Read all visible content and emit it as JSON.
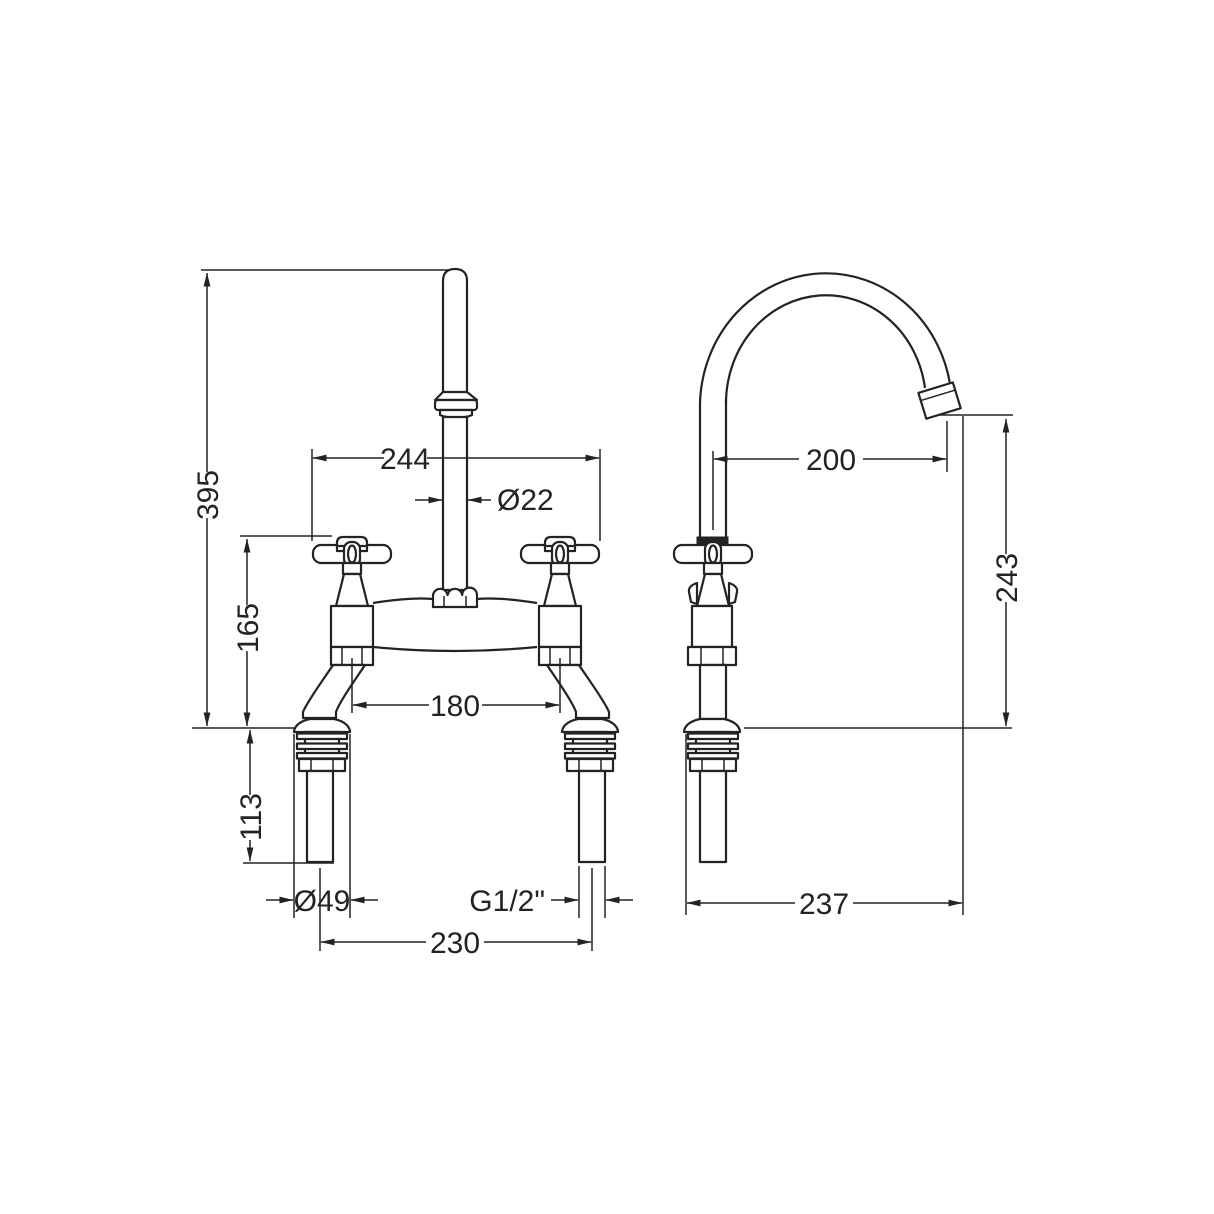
{
  "drawing": {
    "background_color": "#ffffff",
    "line_color": "#232323",
    "views": {
      "front": {
        "dimensions": {
          "overall_height": "395",
          "handle_span": "244",
          "spout_pipe_diameter": "Ø22",
          "deck_to_handle_top": "165",
          "inlet_centres": "180",
          "tail_length_below_deck": "113",
          "base_flange_diameter": "Ø49",
          "inlet_thread": "G1/2\"",
          "tail_centres": "230"
        }
      },
      "side": {
        "dimensions": {
          "spout_reach": "200",
          "outlet_height_above_deck": "243",
          "overall_depth": "237"
        }
      }
    }
  }
}
